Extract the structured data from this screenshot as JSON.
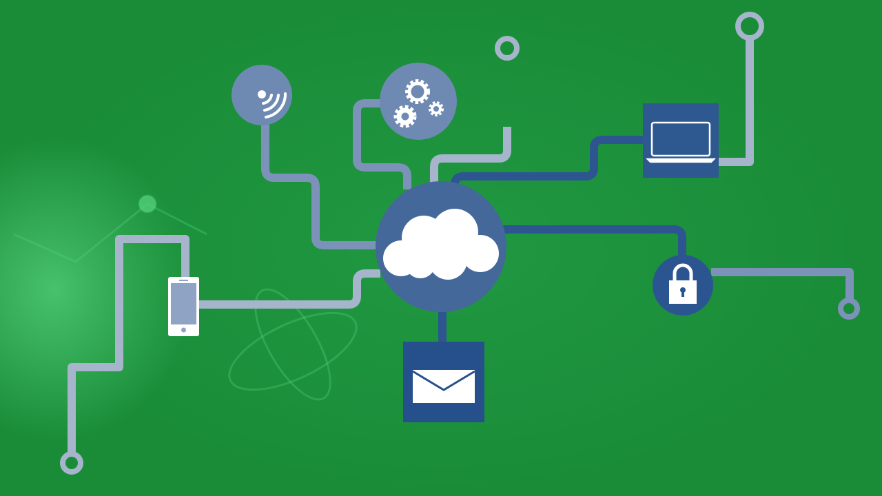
{
  "colors": {
    "background": "#1a8c38",
    "glow": "#5fe08a",
    "line_light": "#a6b4cc",
    "line_mid": "#7d92b8",
    "line_dark": "#2d5690",
    "cloud_circle": "#45689a",
    "node_light": "#6e8ab3",
    "node_dark": "#2b5590",
    "icon": "#ffffff"
  },
  "nodes": [
    {
      "name": "cloud",
      "icon": "cloud-icon"
    },
    {
      "name": "wifi",
      "icon": "wifi-icon"
    },
    {
      "name": "settings",
      "icon": "gears-icon"
    },
    {
      "name": "laptop",
      "icon": "laptop-icon"
    },
    {
      "name": "security",
      "icon": "padlock-icon"
    },
    {
      "name": "email",
      "icon": "envelope-icon"
    },
    {
      "name": "mobile",
      "icon": "smartphone-icon"
    }
  ]
}
